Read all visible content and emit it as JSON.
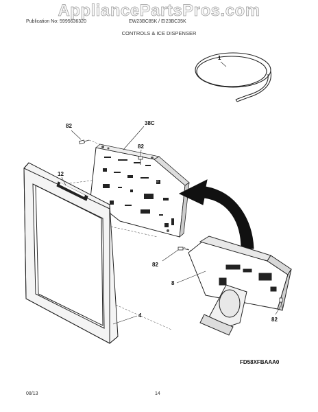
{
  "header": {
    "watermark": "AppliancePartsPros.com",
    "publication": "Publication No: 5995636320",
    "models": "EW23BC85K / EI23BC35K",
    "section_title": "CONTROLS & ICE DISPENSER"
  },
  "callouts": {
    "tubing": "1",
    "screw_top_left": "82",
    "control_board": "38C",
    "screw_board": "82",
    "badge": "12",
    "dispenser_screw": "82",
    "dispenser": "8",
    "screw_bottom": "82",
    "trim_frame": "4"
  },
  "footer": {
    "diagram_code": "FD58XFBAAA0",
    "date": "08/13",
    "page": "14"
  }
}
